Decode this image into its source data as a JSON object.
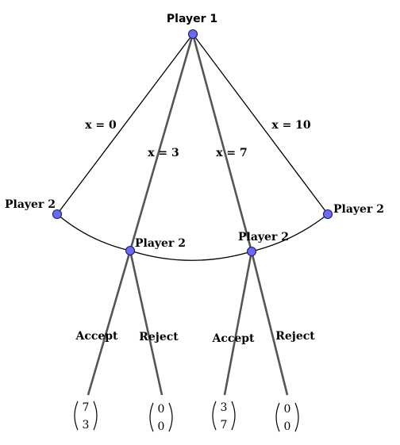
{
  "root_label": "Player 1",
  "edges": {
    "x0": "x = 0",
    "x3": "x = 3",
    "x7": "x = 7",
    "x10": "x = 10"
  },
  "players": {
    "left": "Player 2",
    "mid_left": "Player 2",
    "mid_right": "Player 2",
    "right": "Player 2"
  },
  "actions": {
    "accept_left": "Accept",
    "reject_left": "Reject",
    "accept_right": "Accept",
    "reject_right": "Reject"
  },
  "payoffs": [
    {
      "top": "7",
      "bottom": "3"
    },
    {
      "top": "0",
      "bottom": "0"
    },
    {
      "top": "3",
      "bottom": "7"
    },
    {
      "top": "0",
      "bottom": "0"
    }
  ]
}
